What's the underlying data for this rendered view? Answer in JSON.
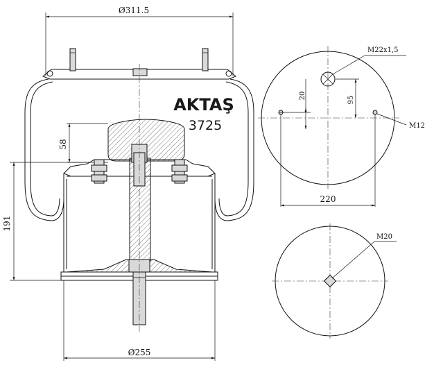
{
  "brand": {
    "name": "AKTAŞ",
    "part_number": "3725"
  },
  "dimensions": {
    "top_diameter": "Ø311.5",
    "bottom_diameter": "Ø255",
    "height_left": "191",
    "bumper_height": "58",
    "hole_spacing": "220",
    "offset_small": "20",
    "offset_large": "95"
  },
  "callouts": {
    "top_center_thread": "M22x1,5",
    "top_side_studs": "M12",
    "bottom_thread": "M20"
  }
}
